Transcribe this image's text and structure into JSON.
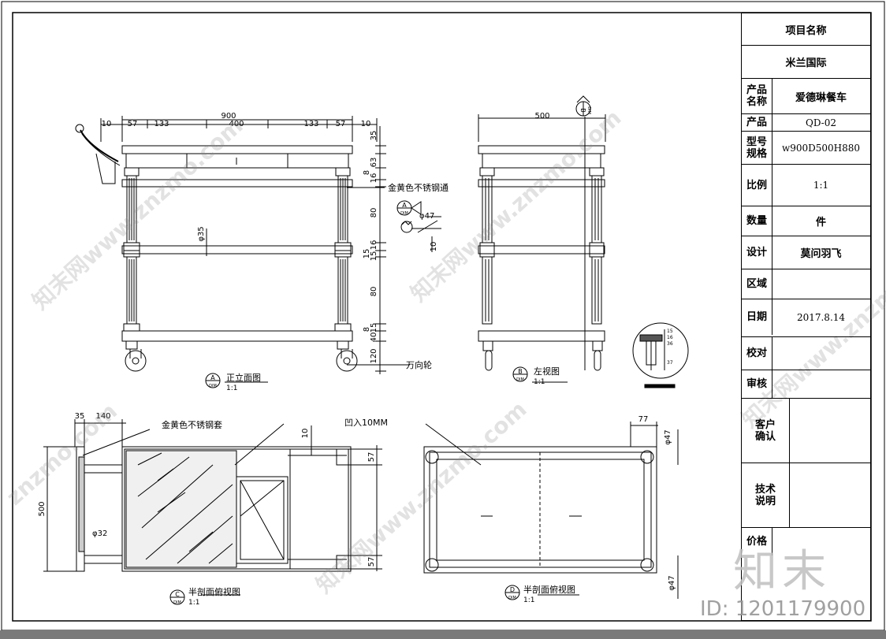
{
  "title_block": {
    "project_name_label": "项目名称",
    "project_name_value": "米兰国际",
    "rows": [
      {
        "label": "产品名称",
        "value": "爱德琳餐车"
      },
      {
        "label": "产品",
        "value": "QD-02"
      },
      {
        "label": "型号规格",
        "value": "w900D500H880"
      },
      {
        "label": "比例",
        "value": "1:1"
      },
      {
        "label": "数量",
        "value": "件"
      },
      {
        "label": "设计",
        "value": "莫问羽飞"
      },
      {
        "label": "区域",
        "value": ""
      },
      {
        "label": "日期",
        "value": "2017.8.14"
      },
      {
        "label": "校对",
        "value": ""
      },
      {
        "label": "审核",
        "value": ""
      },
      {
        "label": "客户确认",
        "value": ""
      },
      {
        "label": "技术说明",
        "value": ""
      },
      {
        "label": "价格",
        "value": ""
      }
    ]
  },
  "views": {
    "front": {
      "letter": "A",
      "tag": "DIM",
      "title": "正立面图",
      "scale": "1:1"
    },
    "side": {
      "letter": "B",
      "tag": "DIM",
      "title": "左视图",
      "scale": "1:1"
    },
    "plan_c": {
      "letter": "C",
      "tag": "DIM",
      "title": "半剖面俯视图",
      "scale": "1:1"
    },
    "plan_d": {
      "letter": "D",
      "tag": "DIM",
      "title": "半剖面俯视图",
      "scale": "1:1"
    },
    "detail_a": {
      "letter": "A",
      "tag": "DIM"
    },
    "detail_b": {
      "letter": "B",
      "tag": "DIM"
    }
  },
  "annotations": {
    "tube": "金黄色不锈钢通",
    "wheel": "万向轮",
    "sleeve": "金黄色不锈钢套",
    "recess": "凹入10MM"
  },
  "dims": {
    "front_total": "900",
    "front_top": [
      "10",
      "57",
      "133",
      "400",
      "133",
      "57",
      "10"
    ],
    "front_right": [
      "35",
      "63",
      "16",
      "8",
      "80",
      "16",
      "15",
      "15",
      "80",
      "8",
      "15",
      "40",
      "120"
    ],
    "tube_dia": "φ35",
    "detail_dia": "φ47",
    "detail_10": "10",
    "side_depth": "500",
    "c_35": "35",
    "c_140": "140",
    "c_500": "500",
    "c_32": "φ32",
    "c_10": "10",
    "c_57a": "57",
    "c_57b": "57",
    "d_77": "77",
    "d_47a": "φ47",
    "d_47b": "φ47",
    "zoom_small": [
      "15",
      "16",
      "36",
      "37"
    ]
  },
  "watermarks": [
    "知末网www.znzmo.com",
    "知末网www.znzmo.com",
    "知末网www.znzmo.com",
    "知末网www.znzmo.com",
    "znzmo.com"
  ],
  "logo": "知末",
  "image_id": "ID: 1201179900"
}
